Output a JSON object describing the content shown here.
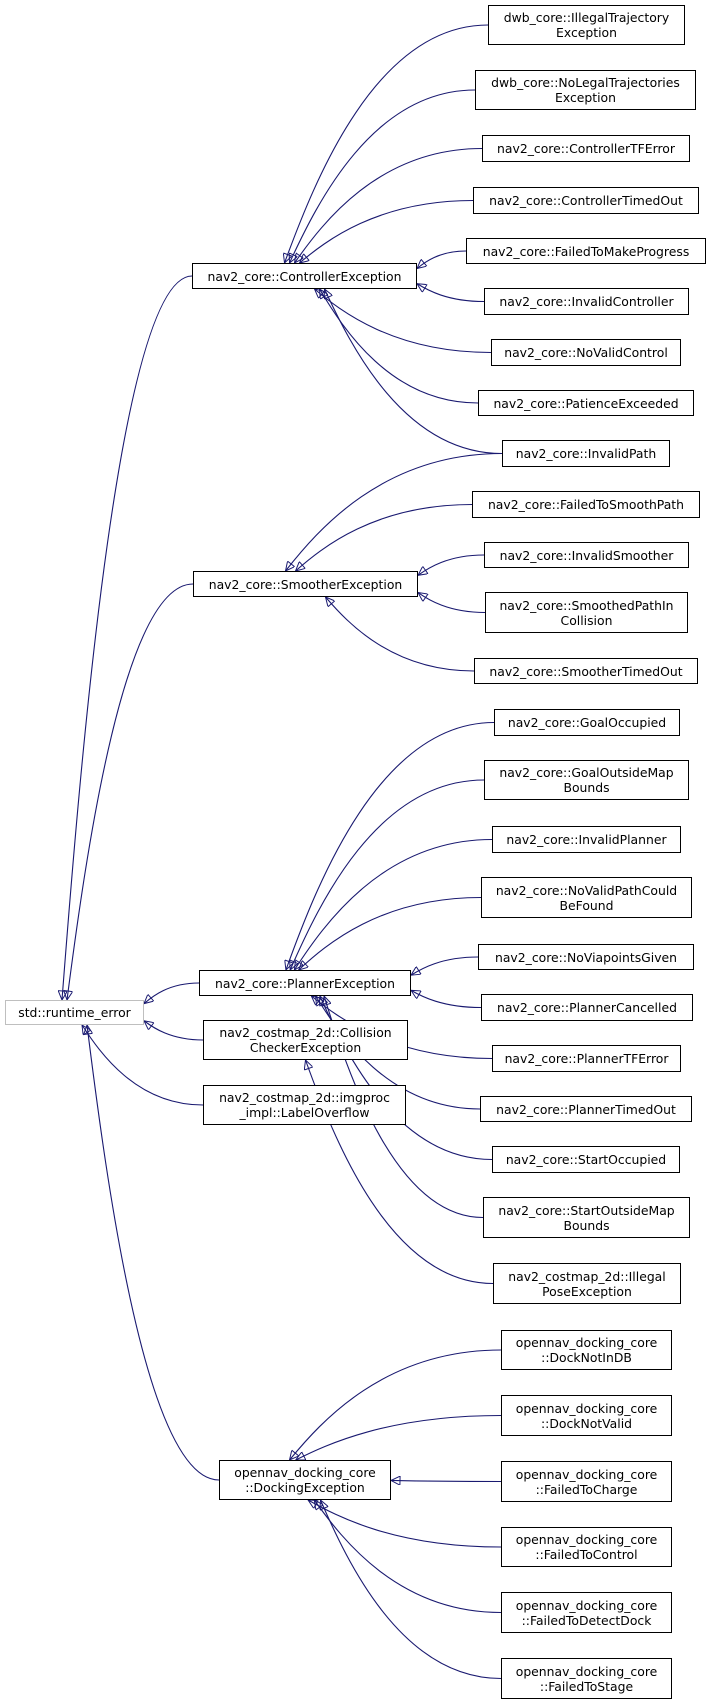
{
  "colors": {
    "edge": "#191970",
    "node_border": "#000000",
    "root_border": "#bfbfbf"
  },
  "nodes": {
    "runtime_error": [
      "std::runtime_error"
    ],
    "controller_exception": [
      "nav2_core::ControllerException"
    ],
    "smoother_exception": [
      "nav2_core::SmootherException"
    ],
    "planner_exception": [
      "nav2_core::PlannerException"
    ],
    "collision_checker_exception": [
      "nav2_costmap_2d::Collision",
      "CheckerException"
    ],
    "label_overflow": [
      "nav2_costmap_2d::imgproc",
      "_impl::LabelOverflow"
    ],
    "docking_exception": [
      "opennav_docking_core",
      "::DockingException"
    ],
    "illegal_trajectory": [
      "dwb_core::IllegalTrajectory",
      "Exception"
    ],
    "no_legal_trajectories": [
      "dwb_core::NoLegalTrajectories",
      "Exception"
    ],
    "controller_tf_error": [
      "nav2_core::ControllerTFError"
    ],
    "controller_timed_out": [
      "nav2_core::ControllerTimedOut"
    ],
    "failed_to_make_progress": [
      "nav2_core::FailedToMakeProgress"
    ],
    "invalid_controller": [
      "nav2_core::InvalidController"
    ],
    "no_valid_control": [
      "nav2_core::NoValidControl"
    ],
    "patience_exceeded": [
      "nav2_core::PatienceExceeded"
    ],
    "invalid_path": [
      "nav2_core::InvalidPath"
    ],
    "failed_to_smooth_path": [
      "nav2_core::FailedToSmoothPath"
    ],
    "invalid_smoother": [
      "nav2_core::InvalidSmoother"
    ],
    "smoothed_path_in_collision": [
      "nav2_core::SmoothedPathIn",
      "Collision"
    ],
    "smoother_timed_out": [
      "nav2_core::SmootherTimedOut"
    ],
    "goal_occupied": [
      "nav2_core::GoalOccupied"
    ],
    "goal_outside_map_bounds": [
      "nav2_core::GoalOutsideMap",
      "Bounds"
    ],
    "invalid_planner": [
      "nav2_core::InvalidPlanner"
    ],
    "no_valid_path_could_be_found": [
      "nav2_core::NoValidPathCould",
      "BeFound"
    ],
    "no_viapoints_given": [
      "nav2_core::NoViapointsGiven"
    ],
    "planner_cancelled": [
      "nav2_core::PlannerCancelled"
    ],
    "planner_tf_error": [
      "nav2_core::PlannerTFError"
    ],
    "planner_timed_out": [
      "nav2_core::PlannerTimedOut"
    ],
    "start_occupied": [
      "nav2_core::StartOccupied"
    ],
    "start_outside_map_bounds": [
      "nav2_core::StartOutsideMap",
      "Bounds"
    ],
    "illegal_pose_exception": [
      "nav2_costmap_2d::Illegal",
      "PoseException"
    ],
    "dock_not_in_db": [
      "opennav_docking_core",
      "::DockNotInDB"
    ],
    "dock_not_valid": [
      "opennav_docking_core",
      "::DockNotValid"
    ],
    "failed_to_charge": [
      "opennav_docking_core",
      "::FailedToCharge"
    ],
    "failed_to_control": [
      "opennav_docking_core",
      "::FailedToControl"
    ],
    "failed_to_detect_dock": [
      "opennav_docking_core",
      "::FailedToDetectDock"
    ],
    "failed_to_stage": [
      "opennav_docking_core",
      "::FailedToStage"
    ]
  },
  "edges": [
    [
      "controller_exception",
      "runtime_error"
    ],
    [
      "smoother_exception",
      "runtime_error"
    ],
    [
      "planner_exception",
      "runtime_error"
    ],
    [
      "collision_checker_exception",
      "runtime_error"
    ],
    [
      "label_overflow",
      "runtime_error"
    ],
    [
      "docking_exception",
      "runtime_error"
    ],
    [
      "illegal_trajectory",
      "controller_exception"
    ],
    [
      "no_legal_trajectories",
      "controller_exception"
    ],
    [
      "controller_tf_error",
      "controller_exception"
    ],
    [
      "controller_timed_out",
      "controller_exception"
    ],
    [
      "failed_to_make_progress",
      "controller_exception"
    ],
    [
      "invalid_controller",
      "controller_exception"
    ],
    [
      "no_valid_control",
      "controller_exception"
    ],
    [
      "patience_exceeded",
      "controller_exception"
    ],
    [
      "invalid_path",
      "controller_exception"
    ],
    [
      "invalid_path",
      "smoother_exception"
    ],
    [
      "failed_to_smooth_path",
      "smoother_exception"
    ],
    [
      "invalid_smoother",
      "smoother_exception"
    ],
    [
      "smoothed_path_in_collision",
      "smoother_exception"
    ],
    [
      "smoother_timed_out",
      "smoother_exception"
    ],
    [
      "goal_occupied",
      "planner_exception"
    ],
    [
      "goal_outside_map_bounds",
      "planner_exception"
    ],
    [
      "invalid_planner",
      "planner_exception"
    ],
    [
      "no_valid_path_could_be_found",
      "planner_exception"
    ],
    [
      "no_viapoints_given",
      "planner_exception"
    ],
    [
      "planner_cancelled",
      "planner_exception"
    ],
    [
      "planner_tf_error",
      "planner_exception"
    ],
    [
      "planner_timed_out",
      "planner_exception"
    ],
    [
      "start_occupied",
      "planner_exception"
    ],
    [
      "start_outside_map_bounds",
      "planner_exception"
    ],
    [
      "illegal_pose_exception",
      "collision_checker_exception"
    ],
    [
      "dock_not_in_db",
      "docking_exception"
    ],
    [
      "dock_not_valid",
      "docking_exception"
    ],
    [
      "failed_to_charge",
      "docking_exception"
    ],
    [
      "failed_to_control",
      "docking_exception"
    ],
    [
      "failed_to_detect_dock",
      "docking_exception"
    ],
    [
      "failed_to_stage",
      "docking_exception"
    ]
  ]
}
